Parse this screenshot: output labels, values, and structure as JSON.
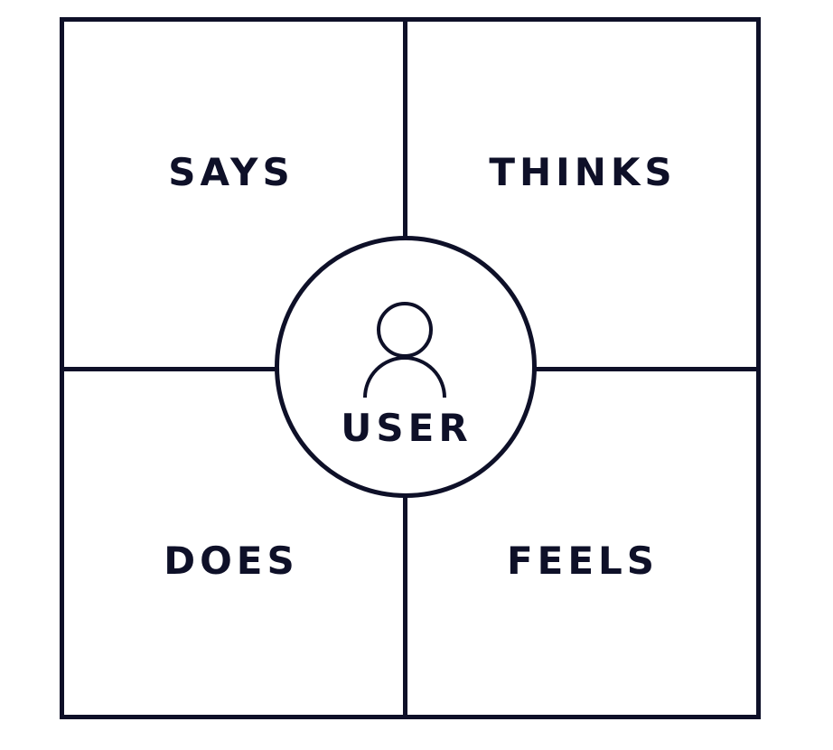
{
  "diagram": {
    "quadrants": {
      "top_left": "SAYS",
      "top_right": "THINKS",
      "bottom_left": "DOES",
      "bottom_right": "FEELS"
    },
    "center": {
      "label": "USER",
      "icon": "user-icon"
    },
    "colors": {
      "stroke": "#0e1028",
      "text": "#0e1028",
      "background": "#ffffff"
    }
  }
}
